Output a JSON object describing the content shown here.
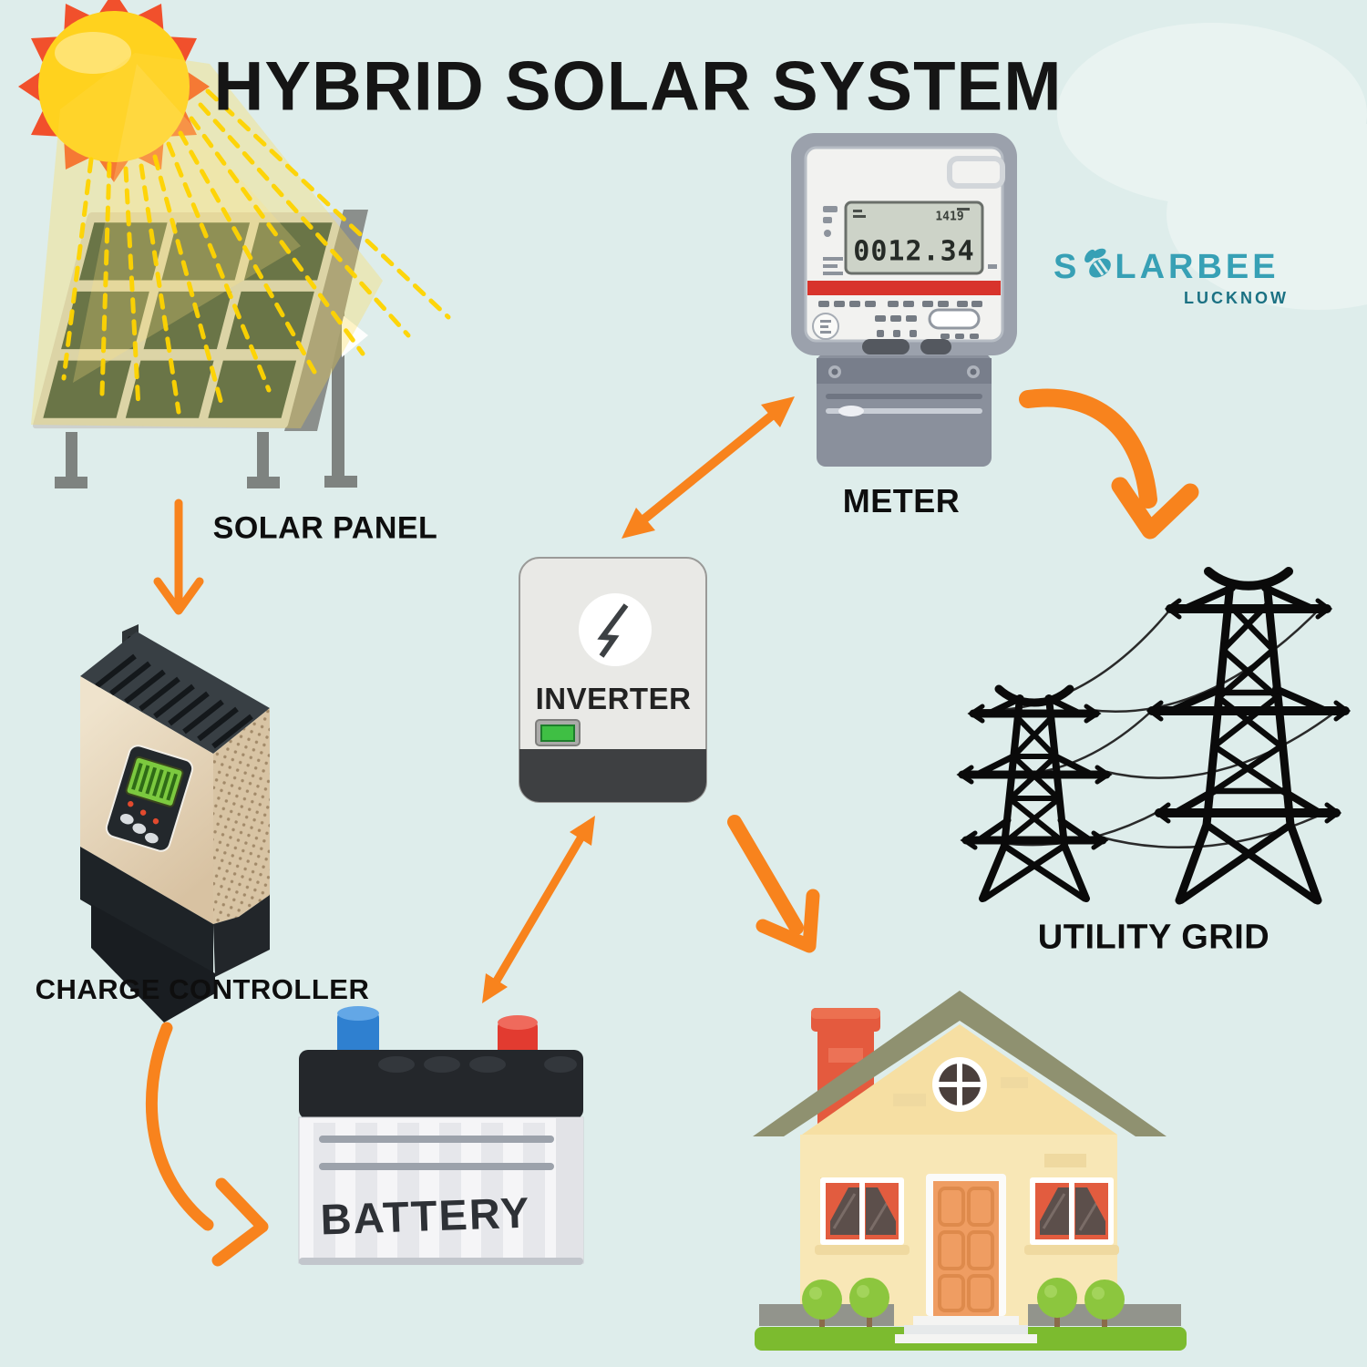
{
  "title": "HYBRID SOLAR SYSTEM",
  "brand": {
    "prefix": "S",
    "suffix": "LARBEE",
    "city": "LUCKNOW",
    "bee_icon": "bee-icon"
  },
  "labels": {
    "solar_panel": "SOLAR PANEL",
    "meter": "METER",
    "charge_controller": "CHARGE CONTROLLER",
    "inverter": "INVERTER",
    "battery": "BATTERY",
    "utility_grid": "UTILITY GRID"
  },
  "meter": {
    "reading": "0012.34",
    "sub_reading": "1419"
  },
  "icons": {
    "inverter": "lightning-bolt-icon",
    "sun": "sun-icon"
  },
  "colors": {
    "background": "#DEEDEB",
    "arrow": "#F8831D",
    "brand": "#37A0B5",
    "brand_city": "#1B7183",
    "sun_body": "#FFD21E",
    "sun_rays": "#F1502C",
    "panel_cell": "#2A4A47",
    "roof": "#8F9170",
    "wall": "#F8E7B6",
    "grass": "#7CBB2F",
    "battery_positive": "#E23B30",
    "battery_negative": "#2F80D0"
  }
}
